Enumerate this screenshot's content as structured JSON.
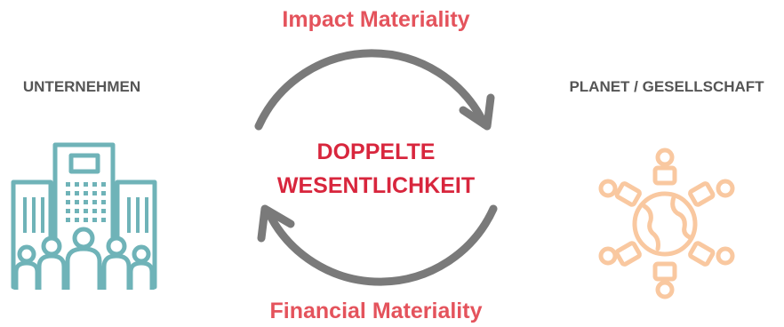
{
  "diagram": {
    "top_label": "Impact Materiality",
    "bottom_label": "Financial Materiality",
    "center_line1": "DOPPELTE",
    "center_line2": "WESENTLICHKEIT",
    "left_label": "UNTERNEHMEN",
    "right_label": "PLANET / GESELLSCHAFT"
  },
  "icons": {
    "left": "company-building-people-icon",
    "right": "globe-people-icon",
    "cycle": "cycle-arrows-icon"
  },
  "colors": {
    "accent": "#e4535c",
    "center_text": "#d8263d",
    "side_text": "#555555",
    "arrow": "#7a7a7a",
    "company_icon": "#6fb3b8",
    "planet_icon": "#f9c8a0"
  }
}
